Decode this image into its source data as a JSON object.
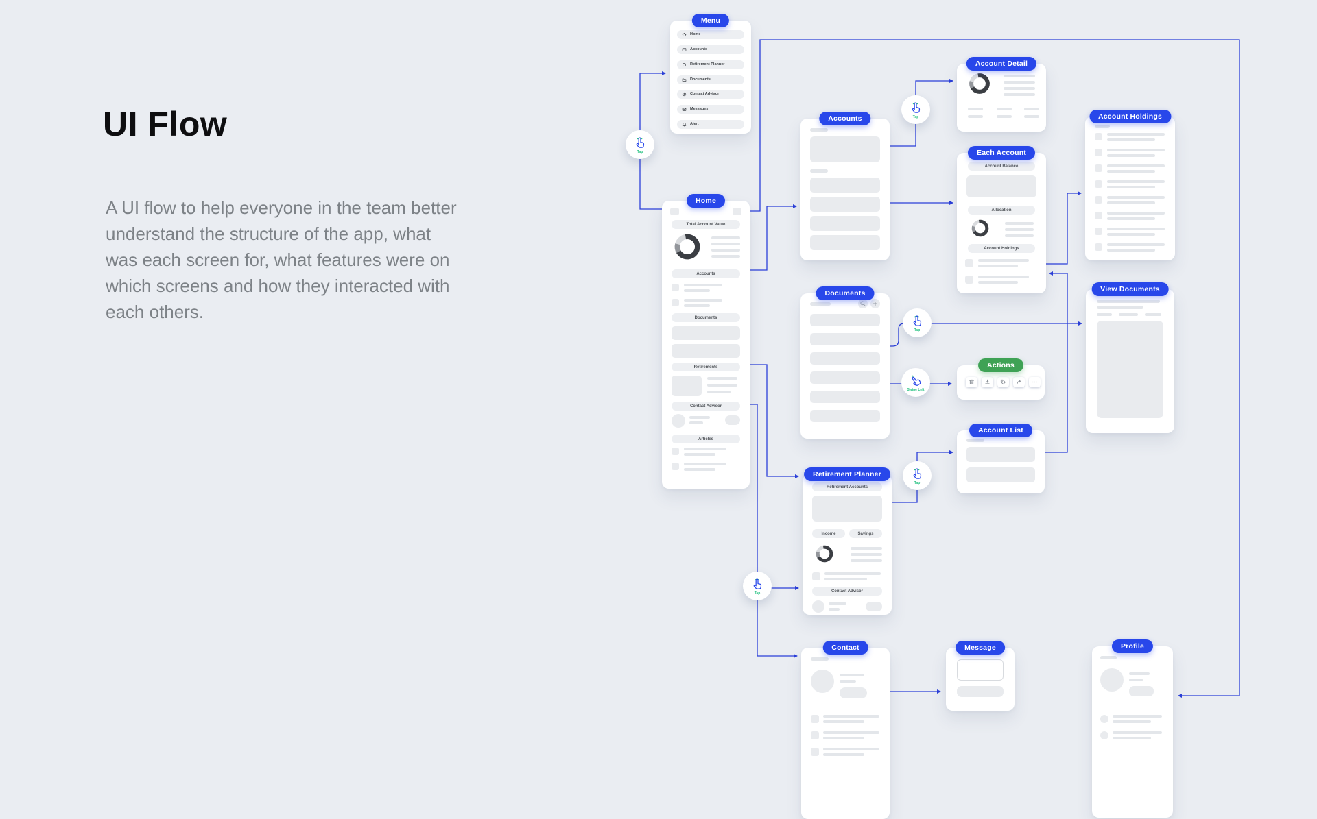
{
  "header": {
    "title": "UI Flow",
    "description": "A UI flow to help everyone in the team better understand the structure of the app, what was each screen for, what features were on which screens and how they interacted with each others."
  },
  "colors": {
    "accent_blue": "#2847ea",
    "accent_green": "#3fa255",
    "connector_blue": "#2b3fd9",
    "background": "#eaedf2"
  },
  "screens": {
    "menu": {
      "label": "Menu",
      "items": [
        {
          "icon": "home-icon",
          "label": "Home"
        },
        {
          "icon": "accounts-icon",
          "label": "Accounts"
        },
        {
          "icon": "retirement-icon",
          "label": "Retirement Planner"
        },
        {
          "icon": "documents-icon",
          "label": "Documents"
        },
        {
          "icon": "advisor-icon",
          "label": "Contact Advisor"
        },
        {
          "icon": "messages-icon",
          "label": "Messages"
        },
        {
          "icon": "alert-icon",
          "label": "Alert"
        }
      ]
    },
    "home": {
      "label": "Home",
      "sections": {
        "total": "Total Account Value",
        "accounts": "Accounts",
        "documents": "Documents",
        "retirements": "Retirements",
        "contact": "Contact Advisor",
        "articles": "Articles"
      }
    },
    "accounts": {
      "label": "Accounts"
    },
    "accountDetail": {
      "label": "Account Detail"
    },
    "eachAccount": {
      "label": "Each Account",
      "sections": {
        "balance": "Account Balance",
        "allocation": "Allocation",
        "holdings": "Account Holdings"
      }
    },
    "accountHoldings": {
      "label": "Account Holdings"
    },
    "documents": {
      "label": "Documents"
    },
    "viewDocuments": {
      "label": "View Documents"
    },
    "actions": {
      "label": "Actions",
      "buttons": [
        "delete-icon",
        "download-icon",
        "tag-icon",
        "share-icon",
        "more-icon"
      ]
    },
    "accountList": {
      "label": "Account List"
    },
    "retirementPlanner": {
      "label": "Retirement Planner",
      "sections": {
        "accounts": "Retirement Accounts",
        "income": "Income",
        "savings": "Savings",
        "contact": "Contact Advisor"
      }
    },
    "contact": {
      "label": "Contact"
    },
    "message": {
      "label": "Message"
    },
    "profile": {
      "label": "Profile"
    }
  },
  "gestures": {
    "tap": "Tap",
    "swipeLeft": "Swipe Left"
  }
}
